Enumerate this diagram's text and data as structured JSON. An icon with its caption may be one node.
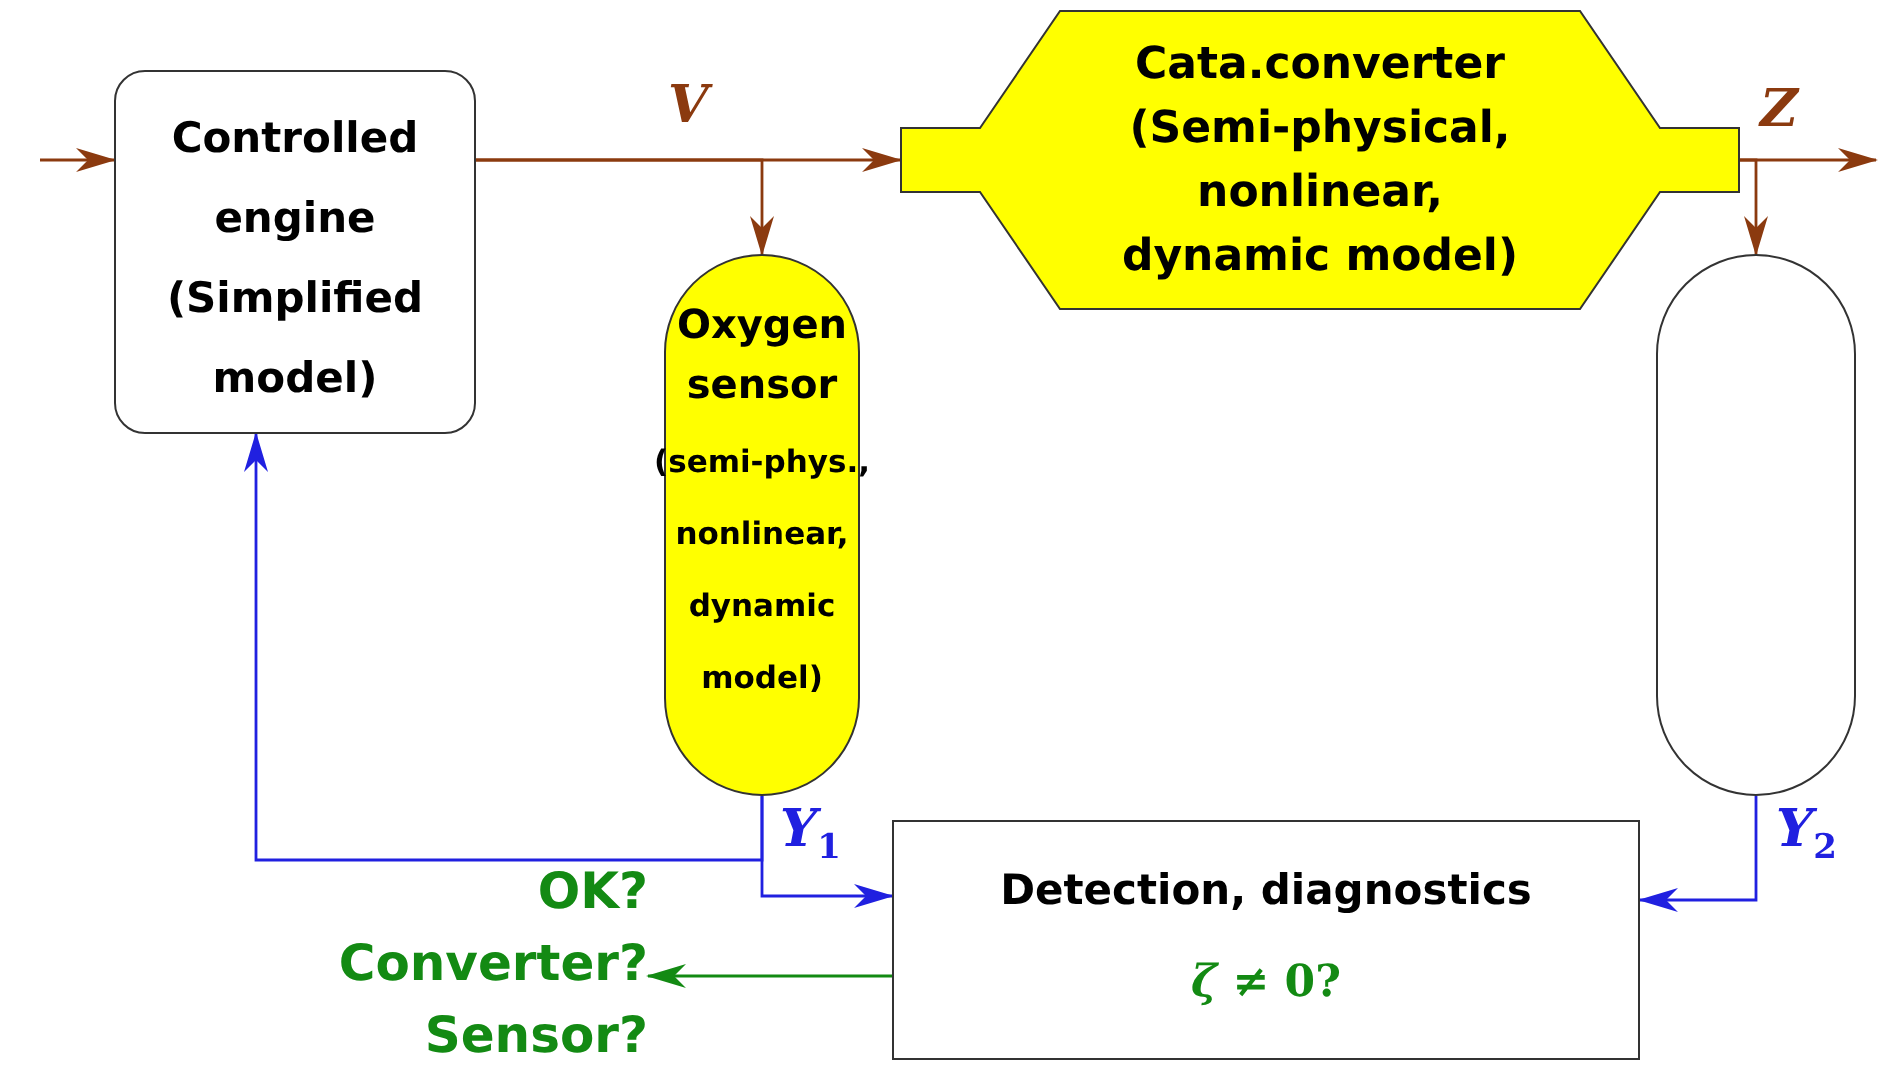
{
  "diagram": {
    "nodes": [
      {
        "text": [
          "Controlled engine (Simplified model)"
        ]
      },
      {
        "text": [
          "Oxygen sensor",
          "(semi-phys., nonlinear, dynamic model)"
        ]
      },
      {
        "text": [
          "Cata.converter",
          "(Semi-physical, nonlinear, dynamic model)"
        ]
      },
      {
        "text": [],
        "shape": "capsule"
      },
      {
        "text": [
          "Detection, diagnostics",
          "*ζ* ≠ 0?"
        ]
      },
      {
        "text": [
          "OK? Converter? Sensor?"
        ]
      }
    ],
    "edges": [
      {
        "from": null,
        "to": 0,
        "arrow": "to"
      },
      {
        "from": 0,
        "to": 2,
        "arrow": "to",
        "label": "V"
      },
      {
        "from": 0,
        "to": 1,
        "arrow": "to"
      },
      {
        "from": 2,
        "to": null,
        "arrow": "to",
        "label": "Z"
      },
      {
        "from": 2,
        "to": 3,
        "arrow": "to"
      },
      {
        "from": 1,
        "to": 0,
        "arrow": "to",
        "color": "#2020e0"
      },
      {
        "from": 1,
        "to": 4,
        "arrow": "to",
        "label": "Y$_{1}$",
        "color": "#2020e0"
      },
      {
        "from": 3,
        "to": 4,
        "arrow": "to",
        "label": "Y$_{2}$",
        "color": "#2020e0"
      },
      {
        "from": 4,
        "to": 5,
        "arrow": "to",
        "color": "#138a13"
      }
    ]
  }
}
